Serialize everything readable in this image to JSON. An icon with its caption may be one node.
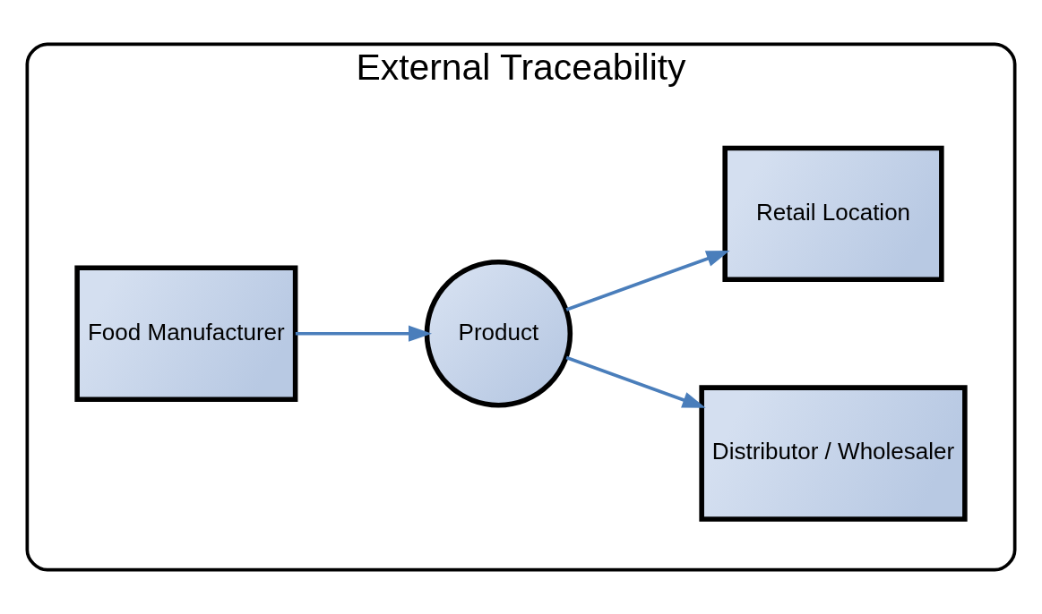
{
  "diagram": {
    "nodes": [
      {
        "text": [
          "External Traceability"
        ]
      },
      {
        "text": [
          "Food Manufacturer"
        ],
        "in": 0
      },
      {
        "text": [
          "Product"
        ],
        "in": 0
      },
      {
        "text": [
          "Distributor / Wholesaler"
        ],
        "in": 0
      },
      {
        "text": [
          "Retail Location"
        ],
        "in": 0
      }
    ],
    "edges": [
      {
        "from": 1,
        "to": 2,
        "arrow": "to"
      },
      {
        "from": 2,
        "to": 3,
        "arrow": "to"
      },
      {
        "from": 2,
        "to": 4,
        "arrow": "to"
      }
    ]
  }
}
